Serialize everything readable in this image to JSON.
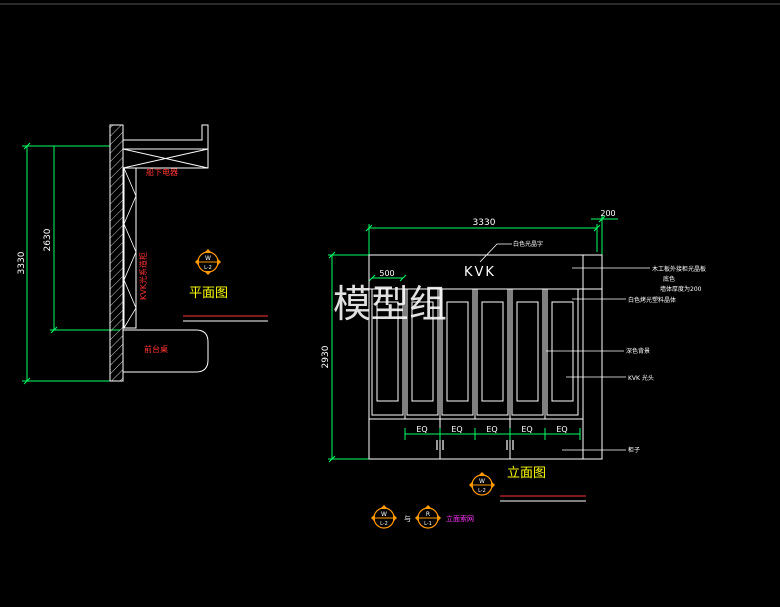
{
  "colors": {
    "background": "#000000",
    "line": "#ffffff",
    "dimension": "#00ff66",
    "red": "#ff3333",
    "orange": "#ff9900",
    "yellow": "#ffff00",
    "magenta": "#ff33ff"
  },
  "plan": {
    "title": "平面图",
    "dim_overall": "3330",
    "dim_inner": "2630",
    "label_top": "船下电器",
    "label_wall": "KVK光系造柜",
    "label_desk": "前台桌"
  },
  "elevation": {
    "title": "立面图",
    "dim_width": "3330",
    "dim_side": "200",
    "dim_panel": "500",
    "dim_height": "2930",
    "sign_text": "KVK",
    "eq_labels": [
      "EQ",
      "EQ",
      "EQ",
      "EQ",
      "EQ"
    ],
    "callouts": {
      "c1": "白色光晶字",
      "c2": "木工板外接柜光晶板",
      "c3": "底色",
      "c4": "墙体厚度为200",
      "c5": "白色烤光塑料晶体",
      "c6": "深色背景",
      "c7": "KVK 光头",
      "c8": "柜子"
    }
  },
  "symbols": {
    "plan_letter": "W",
    "plan_ref": "L-2",
    "elev_letter": "W",
    "elev_ref": "L-2",
    "legend_left_letter": "W",
    "legend_left_ref": "L-2",
    "legend_mid": "与",
    "legend_right_letter": "R",
    "legend_right_ref": "L-1",
    "legend_right_label": "立面索网"
  },
  "watermark": "模型组"
}
